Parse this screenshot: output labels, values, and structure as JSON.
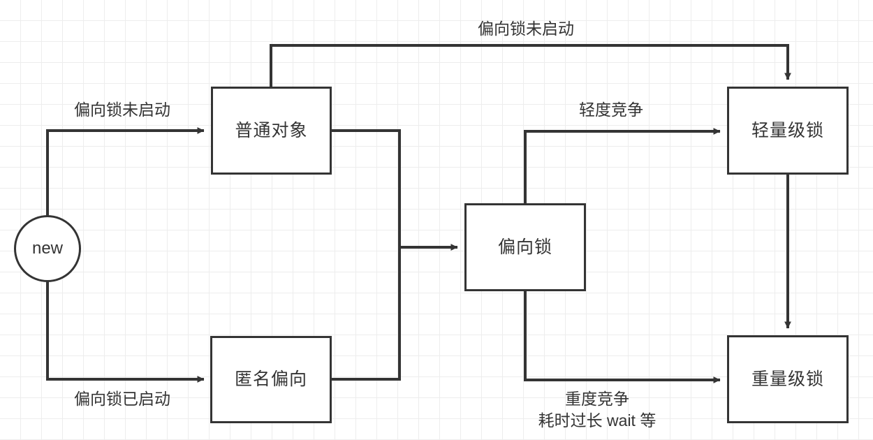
{
  "diagram": {
    "title": "Java object lock state transition diagram",
    "colors": {
      "stroke": "#343434",
      "node_fill": "#ffffff",
      "grid": "#ededed",
      "background": "#ffffff",
      "text": "#343434"
    },
    "nodes": [
      {
        "id": "new",
        "label": "new",
        "shape": "circle"
      },
      {
        "id": "normal",
        "label": "普通对象",
        "shape": "rect"
      },
      {
        "id": "anonymous",
        "label": "匿名偏向",
        "shape": "rect"
      },
      {
        "id": "biased",
        "label": "偏向锁",
        "shape": "rect"
      },
      {
        "id": "lightweight",
        "label": "轻量级锁",
        "shape": "rect"
      },
      {
        "id": "heavyweight",
        "label": "重量级锁",
        "shape": "rect"
      }
    ],
    "edge_labels": {
      "new_to_normal": "偏向锁未启动",
      "new_to_anonymous": "偏向锁已启动",
      "normal_to_lightweight": "偏向锁未启动",
      "biased_to_lightweight": "轻度竞争",
      "biased_to_heavyweight_line1": "重度竞争",
      "biased_to_heavyweight_line2": "耗时过长 wait 等"
    }
  }
}
